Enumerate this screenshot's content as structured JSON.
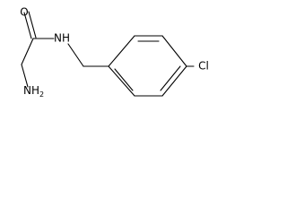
{
  "molecule": {
    "atoms": {
      "oxygen": "O",
      "amide_nitrogen": "NH",
      "chlorine": "Cl",
      "amine_nitrogen": "NH",
      "amine_subscript": "2"
    },
    "colors": {
      "bond": "#000000",
      "label": "#000000",
      "background": "#ffffff"
    }
  }
}
